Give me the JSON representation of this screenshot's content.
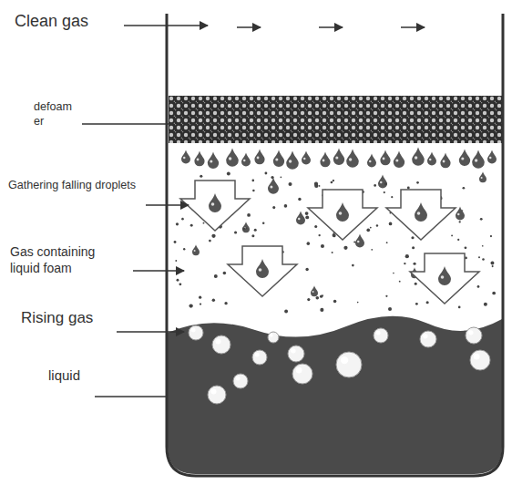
{
  "diagram": {
    "labels": [
      "Clean gas",
      "defoam er",
      "Gathering falling droplets",
      "Gas containing liquid foam",
      "Rising gas",
      "liquid"
    ]
  }
}
